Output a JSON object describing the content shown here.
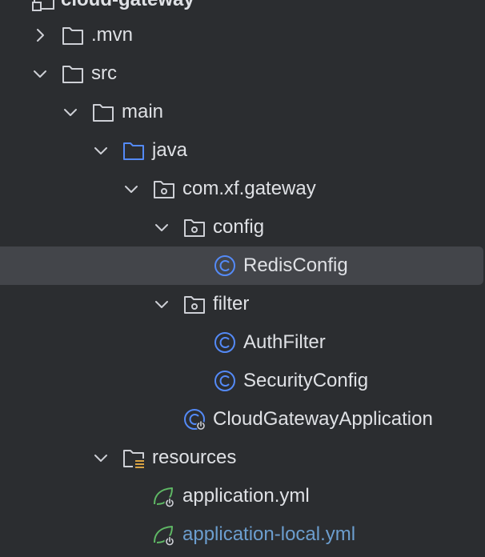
{
  "tree": {
    "root": {
      "label": "cloud-gateway",
      "icon": "module-folder-icon"
    },
    "mvn": {
      "label": ".mvn",
      "state": "collapsed"
    },
    "src": {
      "label": "src",
      "state": "expanded"
    },
    "main": {
      "label": "main",
      "state": "expanded"
    },
    "java": {
      "label": "java",
      "state": "expanded"
    },
    "package": {
      "label": "com.xf.gateway",
      "state": "expanded"
    },
    "config": {
      "label": "config",
      "state": "expanded"
    },
    "redis_config": {
      "label": "RedisConfig",
      "selected": true
    },
    "filter": {
      "label": "filter",
      "state": "expanded"
    },
    "auth_filter": {
      "label": "AuthFilter"
    },
    "security_config": {
      "label": "SecurityConfig"
    },
    "application_class": {
      "label": "CloudGatewayApplication"
    },
    "resources": {
      "label": "resources",
      "state": "expanded"
    },
    "application_yml": {
      "label": "application.yml"
    },
    "application_local_yml": {
      "label": "application-local.yml",
      "modified": true
    }
  },
  "colors": {
    "background": "#2b2d30",
    "selection": "#43454a",
    "text": "#dfe1e5",
    "modified_text": "#6c9ecf",
    "class_icon": "#548af7",
    "source_folder": "#548af7",
    "spring_icon": "#5fb865",
    "resources_mark": "#d9a343"
  }
}
